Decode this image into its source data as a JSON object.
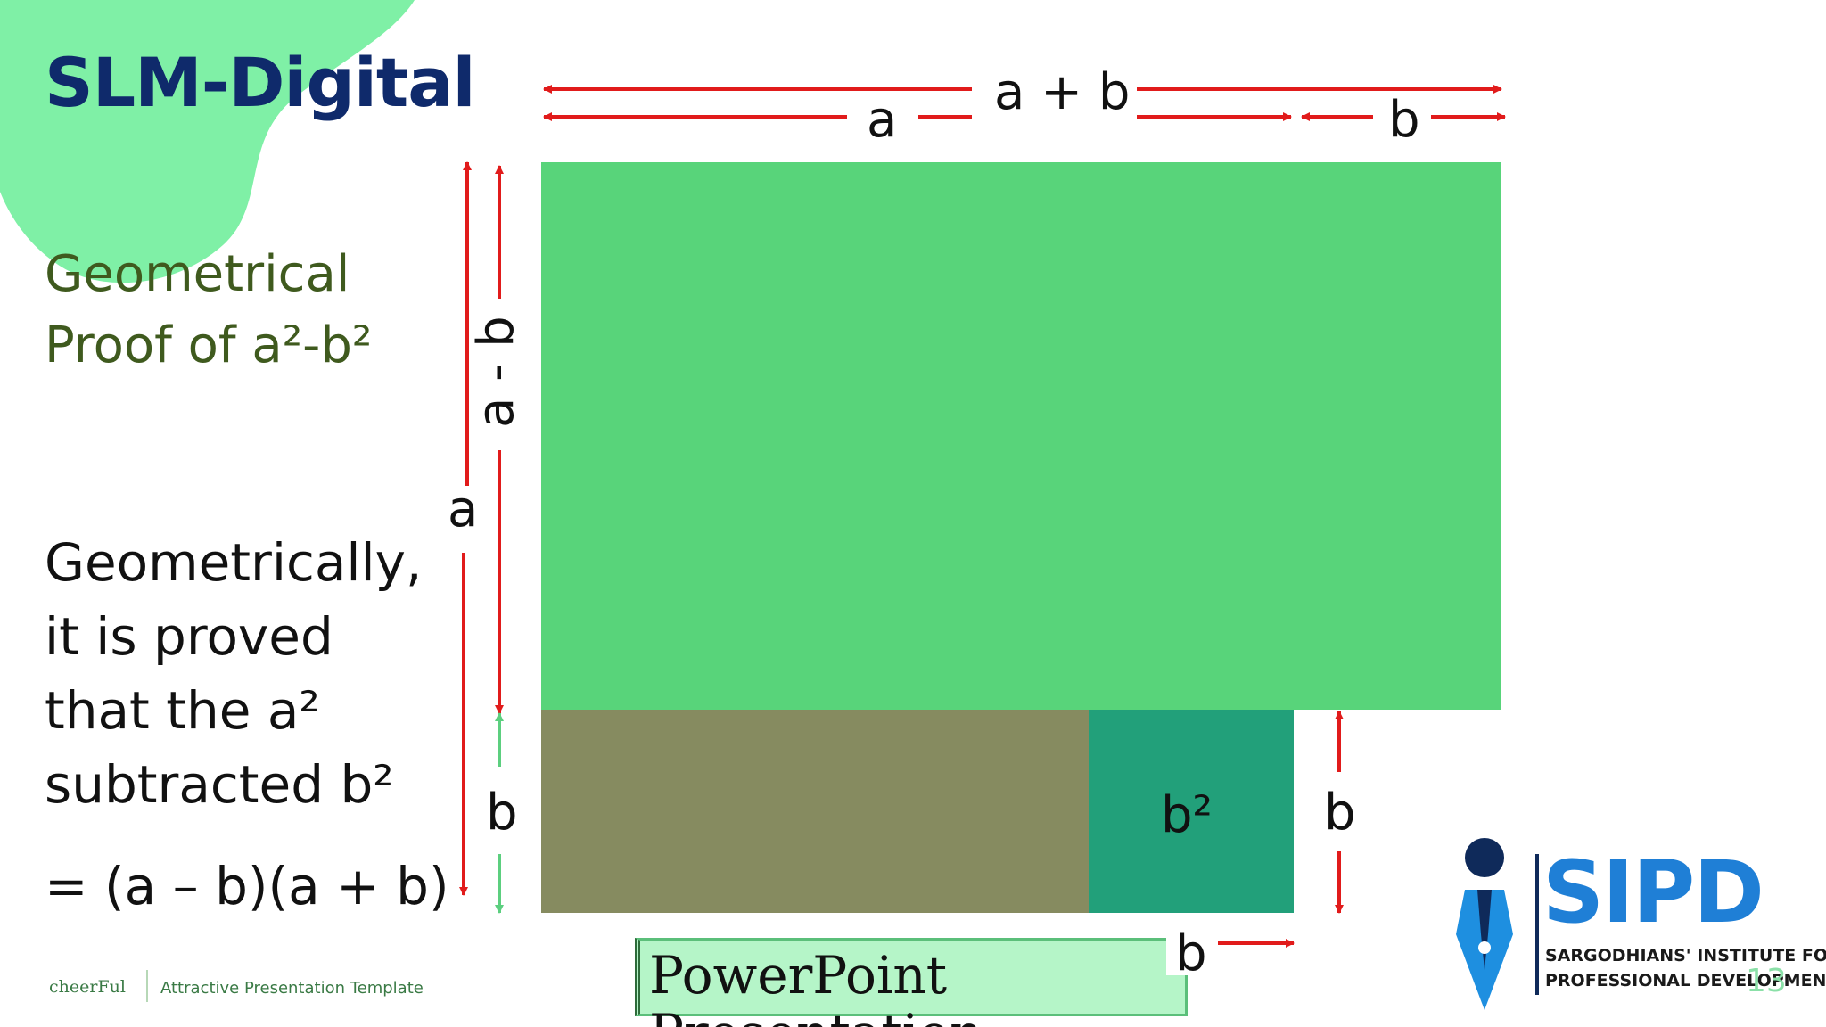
{
  "slide": {
    "title": "SLM-Digital",
    "subtitle_line1": "Geometrical",
    "subtitle_line2": "Proof of a²-b²",
    "body_line1": "Geometrically,",
    "body_line2": "it is proved",
    "body_line3": "that the a²",
    "body_line4": "subtracted b²",
    "formula": "= (a – b)(a + b)",
    "slide_number": "13"
  },
  "diagram": {
    "label_a_plus_b": "a + b",
    "label_a_top": "a",
    "label_b_top": "b",
    "label_a_minus_b": "a - b",
    "label_a_left": "a",
    "label_b_left": "b",
    "label_b_right": "b",
    "label_b_square": "b²",
    "label_b_bottom": "b",
    "colors": {
      "large_rect": "#58d47a",
      "bottom_rect": "#868b60",
      "small_square": "#22a07a",
      "arrow_red": "#e11b1b",
      "arrow_green": "#5ccf7f"
    }
  },
  "overlay": {
    "powerpoint_text": "PowerPoint",
    "powerpoint_cut": "Presentation"
  },
  "footer": {
    "brand": "cheerFul",
    "tagline": "Attractive Presentation Template"
  },
  "logo": {
    "name": "SIPD",
    "line1": "SARGODHIANS' INSTITUTE FOR",
    "line2": "PROFESSIONAL DEVELOPMENT"
  }
}
